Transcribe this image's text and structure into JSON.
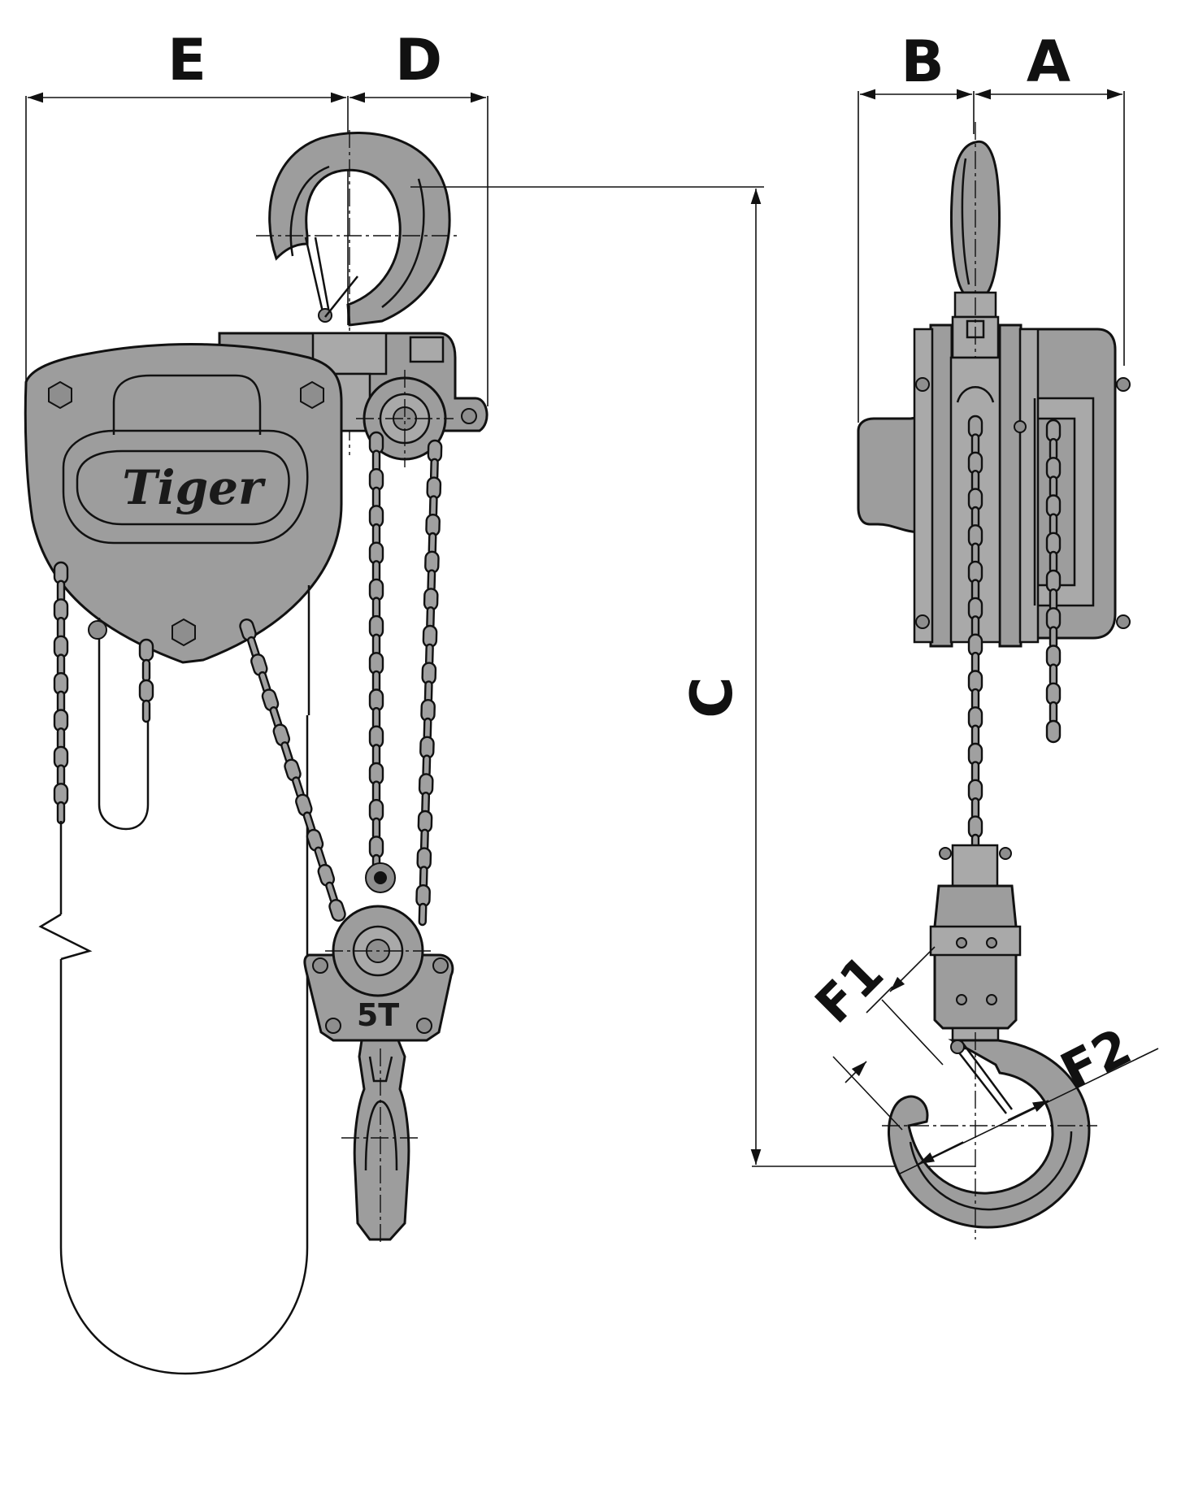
{
  "diagram": {
    "dimension_labels": {
      "A": "A",
      "B": "B",
      "C": "C",
      "D": "D",
      "E": "E",
      "F1": "F1",
      "F2": "F2"
    },
    "logo_text": "Tiger",
    "capacity_plate": "5T",
    "colors": {
      "body": "#9d9d9d",
      "outline": "#111111",
      "background": "#ffffff"
    }
  }
}
